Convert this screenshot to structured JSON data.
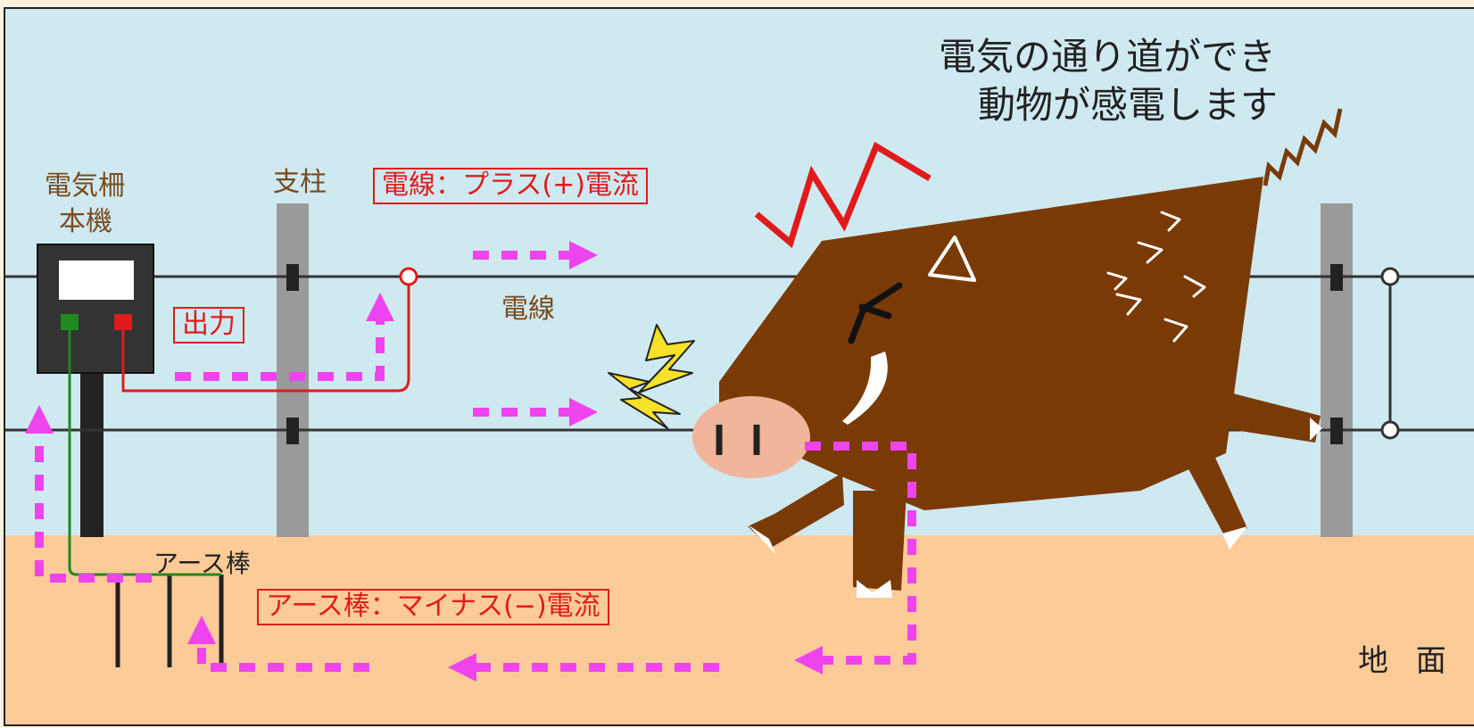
{
  "caption": {
    "line1": "電気の通り道ができ",
    "line2": "動物が感電します"
  },
  "labels": {
    "unit_line1": "電気柵",
    "unit_line2": "本機",
    "post": "支柱",
    "wire_current": "電線：プラス(+)電流",
    "output": "出力",
    "wire": "電線",
    "earth_rod": "アース棒",
    "earth_current": "アース棒：マイナス(−)電流",
    "ground": "地 面"
  },
  "colors": {
    "sky": "#cfe9f1",
    "ground": "#fccb98",
    "current_arrow": "#ee44ee",
    "plus_wire": "#e01b1b",
    "minus_wire": "#1f8a1f",
    "boar_body": "#7a3a06",
    "post": "#9a9a9a"
  },
  "icons": [
    "lightning-icon",
    "shock-zigzag-icon",
    "boar-illustration"
  ]
}
